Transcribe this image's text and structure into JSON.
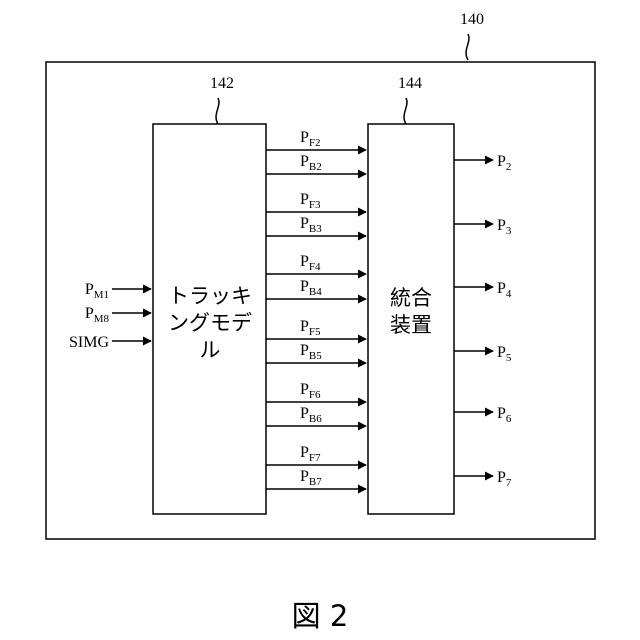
{
  "outer": {
    "ref": "140"
  },
  "left_block": {
    "ref": "142",
    "lines": [
      "トラッキ",
      "ングモデ",
      "ル"
    ]
  },
  "right_block": {
    "ref": "144",
    "lines": [
      "統合",
      "装置"
    ]
  },
  "inputs": [
    {
      "base": "P",
      "sub": "M1"
    },
    {
      "base": "P",
      "sub": "M8"
    },
    {
      "base": "SIMG",
      "sub": ""
    }
  ],
  "middle_signals": [
    {
      "base": "P",
      "sub": "F2"
    },
    {
      "base": "P",
      "sub": "B2"
    },
    {
      "base": "P",
      "sub": "F3"
    },
    {
      "base": "P",
      "sub": "B3"
    },
    {
      "base": "P",
      "sub": "F4"
    },
    {
      "base": "P",
      "sub": "B4"
    },
    {
      "base": "P",
      "sub": "F5"
    },
    {
      "base": "P",
      "sub": "B5"
    },
    {
      "base": "P",
      "sub": "F6"
    },
    {
      "base": "P",
      "sub": "B6"
    },
    {
      "base": "P",
      "sub": "F7"
    },
    {
      "base": "P",
      "sub": "B7"
    }
  ],
  "outputs": [
    {
      "base": "P",
      "sub": "2"
    },
    {
      "base": "P",
      "sub": "3"
    },
    {
      "base": "P",
      "sub": "4"
    },
    {
      "base": "P",
      "sub": "5"
    },
    {
      "base": "P",
      "sub": "6"
    },
    {
      "base": "P",
      "sub": "7"
    }
  ],
  "caption": "図 2"
}
